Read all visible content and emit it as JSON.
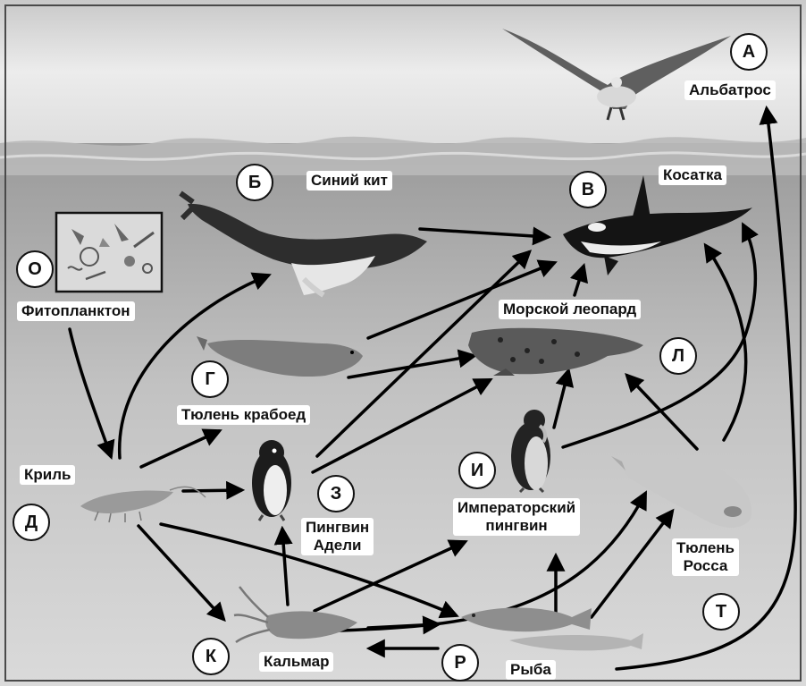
{
  "nodes": {
    "albatross": {
      "letter": "А",
      "label": "Альбатрос"
    },
    "blue_whale": {
      "letter": "Б",
      "label": "Синий кит"
    },
    "orca": {
      "letter": "В",
      "label": "Косатка"
    },
    "phytoplankton": {
      "letter": "О",
      "label": "Фитопланктон"
    },
    "leopard_seal": {
      "letter": "Л",
      "label": "Морской леопард"
    },
    "crabeater_seal": {
      "letter": "Г",
      "label": "Тюлень крабоед"
    },
    "krill": {
      "letter": "Д",
      "label": "Криль"
    },
    "adelie_penguin": {
      "letter": "З",
      "label_line1": "Пингвин",
      "label_line2": "Адели"
    },
    "emperor_penguin": {
      "letter": "И",
      "label_line1": "Императорский",
      "label_line2": "пингвин"
    },
    "ross_seal": {
      "letter": "Т",
      "label_line1": "Тюлень",
      "label_line2": "Росса"
    },
    "squid": {
      "letter": "К",
      "label": "Кальмар"
    },
    "fish": {
      "letter": "Р",
      "label": "Рыба"
    }
  },
  "food_web_links": [
    {
      "from": "Фитопланктон",
      "to": "Криль"
    },
    {
      "from": "Криль",
      "to": "Синий кит"
    },
    {
      "from": "Криль",
      "to": "Тюлень крабоед"
    },
    {
      "from": "Криль",
      "to": "Пингвин Адели"
    },
    {
      "from": "Криль",
      "to": "Кальмар"
    },
    {
      "from": "Криль",
      "to": "Рыба"
    },
    {
      "from": "Синий кит",
      "to": "Косатка"
    },
    {
      "from": "Тюлень крабоед",
      "to": "Косатка"
    },
    {
      "from": "Тюлень крабоед",
      "to": "Морской леопард"
    },
    {
      "from": "Пингвин Адели",
      "to": "Косатка"
    },
    {
      "from": "Пингвин Адели",
      "to": "Морской леопард"
    },
    {
      "from": "Морской леопард",
      "to": "Косатка"
    },
    {
      "from": "Императорский пингвин",
      "to": "Морской леопард"
    },
    {
      "from": "Императорский пингвин",
      "to": "Косатка"
    },
    {
      "from": "Тюлень Росса",
      "to": "Морской леопард"
    },
    {
      "from": "Тюлень Росса",
      "to": "Косатка"
    },
    {
      "from": "Кальмар",
      "to": "Пингвин Адели"
    },
    {
      "from": "Кальмар",
      "to": "Императорский пингвин"
    },
    {
      "from": "Кальмар",
      "to": "Тюлень Росса"
    },
    {
      "from": "Кальмар",
      "to": "Рыба"
    },
    {
      "from": "Рыба",
      "to": "Кальмар"
    },
    {
      "from": "Рыба",
      "to": "Императорский пингвин"
    },
    {
      "from": "Рыба",
      "to": "Тюлень Росса"
    },
    {
      "from": "Рыба",
      "to": "Альбатрос"
    }
  ]
}
